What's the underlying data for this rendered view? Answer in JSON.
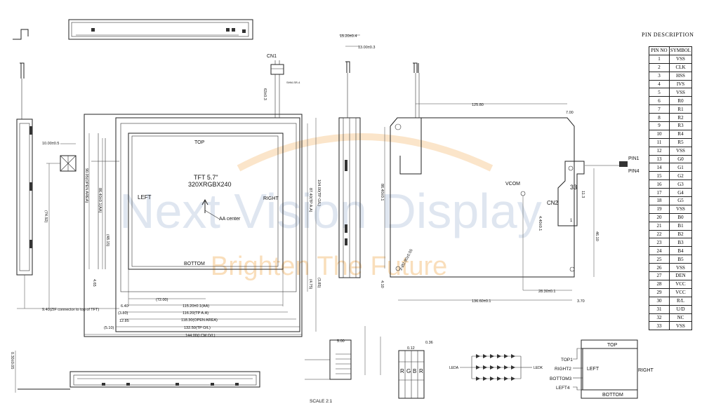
{
  "watermark": {
    "brand": "Next Vision Display",
    "slogan": "Brighten The Future"
  },
  "front_view": {
    "tft_line1": "TFT 5.7\"",
    "tft_line2": "320XRGBX240",
    "top": "TOP",
    "bottom": "BOTTOM",
    "left": "LEFT",
    "right": "RIGHT",
    "aa_center": "AA center",
    "dims": {
      "d1": "115.20±0.1(AA)",
      "d2": "116.20(TP A.A)",
      "d3": "118.30(OPEN AREA)",
      "d4": "132.50(TP O/L)",
      "d5": "144.00(LCM O/L)",
      "d6": "(72.00)",
      "d7": "6.40",
      "d8": "(3.80)",
      "d9": "12.85",
      "d10": "(5.10)",
      "v1": "86.40±0.1(AA)",
      "v2": "90.05(OPEN AREA)",
      "v3": "(74.92)",
      "v4": "(48.15)",
      "v5": "87.40(TP A.A)",
      "v6": "104.00(TP O/L)",
      "v7": "(4.75)",
      "v8": "(3.85)",
      "v9": "4.65",
      "fpc": "10.00±0.5",
      "zif": "9.40(ZIF connector to top of TFT)"
    }
  },
  "connector": {
    "cn1": "CN1",
    "cn1_len": "63±0.3",
    "cn1_part": "SHM-SR-4"
  },
  "side_view": {
    "d1": "15.20±0.4",
    "d2": "13.00±0.3"
  },
  "back_view": {
    "d1": "125.80",
    "d2": "7.00",
    "d3": "86.40±0.1",
    "d4": "4.10",
    "d5": "136.60±0.1",
    "d6": "3.70",
    "d7": "28.30±0.1",
    "d8": "33",
    "d9": "11.3",
    "d10": "46.10",
    "d11": "4.40±0.1",
    "hole": "2-Ø2.90±0.05",
    "vcom": "VCOM",
    "cn2": "CN2",
    "pin1": "PIN1",
    "pin4": "PIN4",
    "one": "1"
  },
  "detail": {
    "scale": "SCALE 2:1",
    "d1": "5.00",
    "d2": "0.12",
    "d3": "0.36",
    "rgb": [
      "R",
      "G",
      "B",
      "R"
    ],
    "leda": "LEDA",
    "ledk": "LEDK"
  },
  "touch": {
    "top": "TOP",
    "bottom": "BOTTOM",
    "left": "LEFT",
    "right": "RIGHT",
    "top1": "TOP1",
    "right2": "RIGHT2",
    "bottom3": "BOTTOM3",
    "left4": "LEFT4"
  },
  "bottom_view": {
    "d1": "0.30±0.05"
  },
  "pin_description": {
    "title": "PIN DESCRIPTION",
    "headers": [
      "PIN NO",
      "SYMBOL"
    ],
    "rows": [
      [
        "1",
        "VSS"
      ],
      [
        "2",
        "CLK"
      ],
      [
        "3",
        "HSS"
      ],
      [
        "4",
        "IVS"
      ],
      [
        "5",
        "VSS"
      ],
      [
        "6",
        "R0"
      ],
      [
        "7",
        "R1"
      ],
      [
        "8",
        "R2"
      ],
      [
        "9",
        "R3"
      ],
      [
        "10",
        "R4"
      ],
      [
        "11",
        "R5"
      ],
      [
        "12",
        "VSS"
      ],
      [
        "13",
        "G0"
      ],
      [
        "14",
        "G1"
      ],
      [
        "15",
        "G2"
      ],
      [
        "16",
        "G3"
      ],
      [
        "17",
        "G4"
      ],
      [
        "18",
        "G5"
      ],
      [
        "19",
        "VSS"
      ],
      [
        "20",
        "B0"
      ],
      [
        "21",
        "B1"
      ],
      [
        "22",
        "B2"
      ],
      [
        "23",
        "B3"
      ],
      [
        "24",
        "B4"
      ],
      [
        "25",
        "B5"
      ],
      [
        "26",
        "VSS"
      ],
      [
        "27",
        "DEN"
      ],
      [
        "28",
        "VCC"
      ],
      [
        "29",
        "VCC"
      ],
      [
        "30",
        "R/L"
      ],
      [
        "31",
        "U/D"
      ],
      [
        "32",
        "NC"
      ],
      [
        "33",
        "VSS"
      ]
    ]
  }
}
